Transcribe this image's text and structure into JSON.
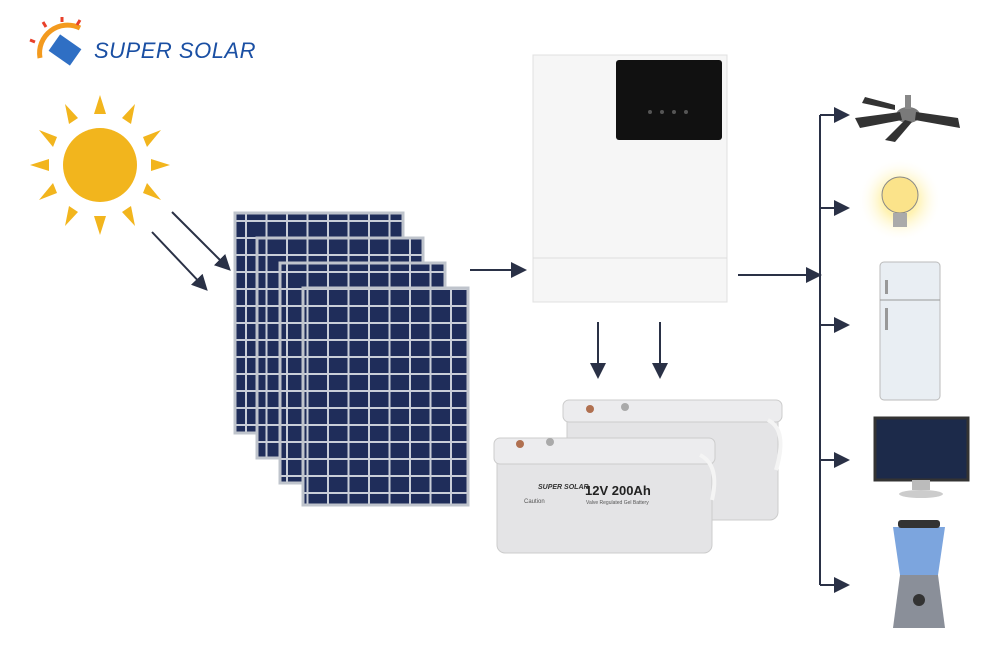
{
  "logo": {
    "text": "SUPER SOLAR"
  },
  "battery": {
    "brand": "SUPER SOLAR",
    "rating": "12V 200Ah",
    "type": "Valve Regulated Gel Battery",
    "caution": "Caution"
  },
  "colors": {
    "arrow": "#2a3146",
    "sun": "#f2b51d",
    "panel": "#1f2d5a",
    "logo": "#1a4fa3"
  },
  "loads": [
    "ceiling-fan",
    "light-bulb",
    "refrigerator",
    "monitor",
    "blender"
  ]
}
